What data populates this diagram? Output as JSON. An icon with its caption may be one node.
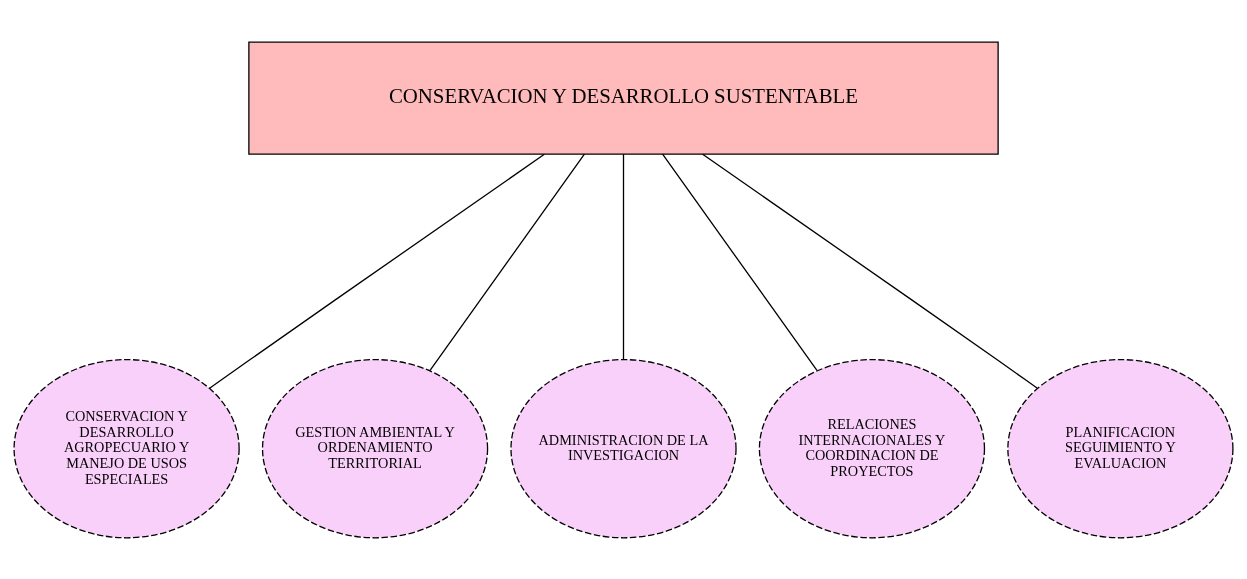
{
  "diagram": {
    "nodes": [
      {
        "text": [
          "CONSERVACION Y DESARROLLO SUSTENTABLE"
        ]
      },
      {
        "text": [
          "CONSERVACION Y DESARROLLO AGROPECUARIO Y MANEJO DE USOS ESPECIALES"
        ]
      },
      {
        "text": [
          "GESTION AMBIENTAL Y ORDENAMIENTO TERRITORIAL"
        ]
      },
      {
        "text": [
          "ADMINISTRACION DE LA INVESTIGACION"
        ]
      },
      {
        "text": [
          "RELACIONES INTERNACIONALES Y COORDINACION DE PROYECTOS"
        ]
      },
      {
        "text": [
          "PLANIFICACION SEGUIMIENTO Y EVALUACION"
        ]
      }
    ],
    "edges": [
      {
        "from": 0,
        "to": 1,
        "arrow": "none"
      },
      {
        "from": 0,
        "to": 2,
        "arrow": "none"
      },
      {
        "from": 0,
        "to": 3,
        "arrow": "none"
      },
      {
        "from": 0,
        "to": 4,
        "arrow": "none"
      },
      {
        "from": 0,
        "to": 5,
        "arrow": "none"
      }
    ]
  }
}
